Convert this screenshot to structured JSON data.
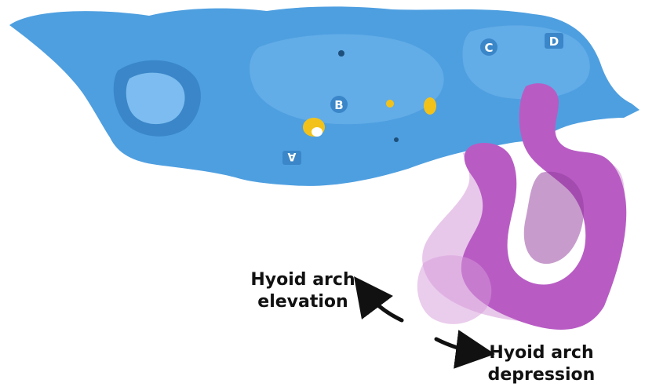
{
  "colors": {
    "skull": "#4e9fe0",
    "skull_shade": "#3a86c8",
    "skull_highlight": "#7cbcf0",
    "hyoid": "#b85cc4",
    "hyoid_light": "#d59ad9",
    "hyoid_dark": "#8f3a9a",
    "marker": "#f2c21b",
    "arrow": "#111111",
    "text": "#111111"
  },
  "markers": {
    "a": "A",
    "b": "B",
    "c": "C",
    "d": "D"
  },
  "labels": {
    "elevation_line1": "Hyoid arch",
    "elevation_line2": "elevation",
    "depression_line1": "Hyoid arch",
    "depression_line2": "depression"
  }
}
